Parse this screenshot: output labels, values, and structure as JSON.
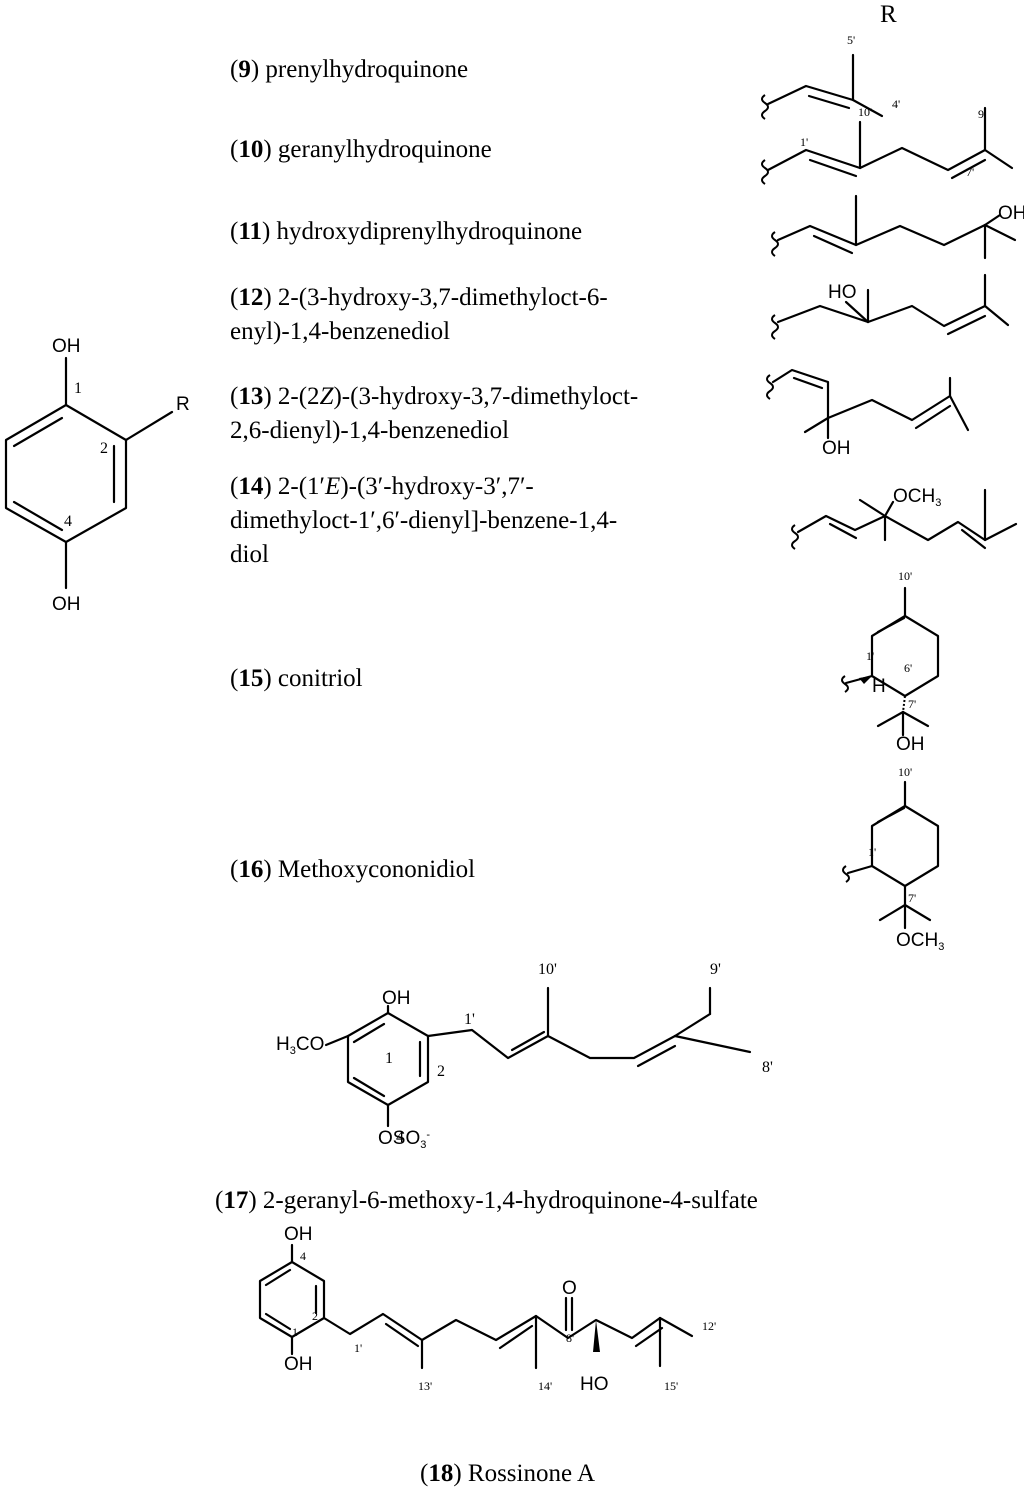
{
  "column_header": "R",
  "core": {
    "oh_top": "OH",
    "oh_bottom": "OH",
    "r": "R",
    "pos1": "1",
    "pos2": "2",
    "pos4": "4"
  },
  "compounds": [
    {
      "num": "9",
      "lines": [
        " prenylhydroquinone"
      ]
    },
    {
      "num": "10",
      "lines": [
        " geranylhydroquinone"
      ]
    },
    {
      "num": "11",
      "lines": [
        " hydroxydiprenylhydroquinone"
      ]
    },
    {
      "num": "12",
      "lines": [
        " 2-(3-hydroxy-3,7-dimethyloct-6-",
        "enyl)-1,4-benzenediol"
      ]
    },
    {
      "num": "13",
      "lines": [
        " 2-(2",
        "Z",
        ")-(3-hydroxy-3,7-dimethyloct-",
        "2,6-dienyl)-1,4-benzenediol"
      ]
    },
    {
      "num": "14",
      "lines": [
        " 2-(1′",
        "E",
        ")-(3′-hydroxy-3′,7′-",
        "dimethyloct-1′,6′-dienyl]-benzene-1,4-",
        "diol"
      ]
    },
    {
      "num": "15",
      "lines": [
        " conitriol"
      ]
    },
    {
      "num": "16",
      "lines": [
        " Methoxycononidiol"
      ]
    },
    {
      "num": "17",
      "lines": [
        " 2-geranyl-6-methoxy-1,4-hydroquinone-4-sulfate"
      ]
    },
    {
      "num": "18",
      "lines": [
        " Rossinone A"
      ]
    }
  ],
  "r_labels": {
    "r9": [
      "5'",
      "4'"
    ],
    "r10": [
      "10'",
      "9'",
      "1'",
      "7'"
    ],
    "r11": [
      "OH"
    ],
    "r12": [
      "HO"
    ],
    "r13": [
      "OH"
    ],
    "r14": [
      "OCH",
      "3"
    ],
    "r15": [
      "10'",
      "1'",
      "6'",
      "7'",
      "H",
      "OH"
    ],
    "r16": [
      "10'",
      "1'",
      "7'",
      "OCH",
      "3"
    ]
  },
  "c17": {
    "oh": "OH",
    "h3co": "H",
    "h3co_sub": "3",
    "h3co_tail": "CO",
    "oso3": "OSO",
    "oso3_sub": "3",
    "oso3_sup": "-",
    "l1": "1",
    "l2": "2",
    "l4": "4",
    "l1p": "1'",
    "l10p": "10'",
    "l9p": "9'",
    "l8p": "8'"
  },
  "c18": {
    "oh_top": "OH",
    "oh_bottom": "OH",
    "o": "O",
    "ho": "HO",
    "l4": "4",
    "l2": "2",
    "l1": "1",
    "l1p": "1'",
    "l8p": "8'",
    "l12p": "12'",
    "l13p": "13'",
    "l14p": "14'",
    "l15p": "15'"
  }
}
